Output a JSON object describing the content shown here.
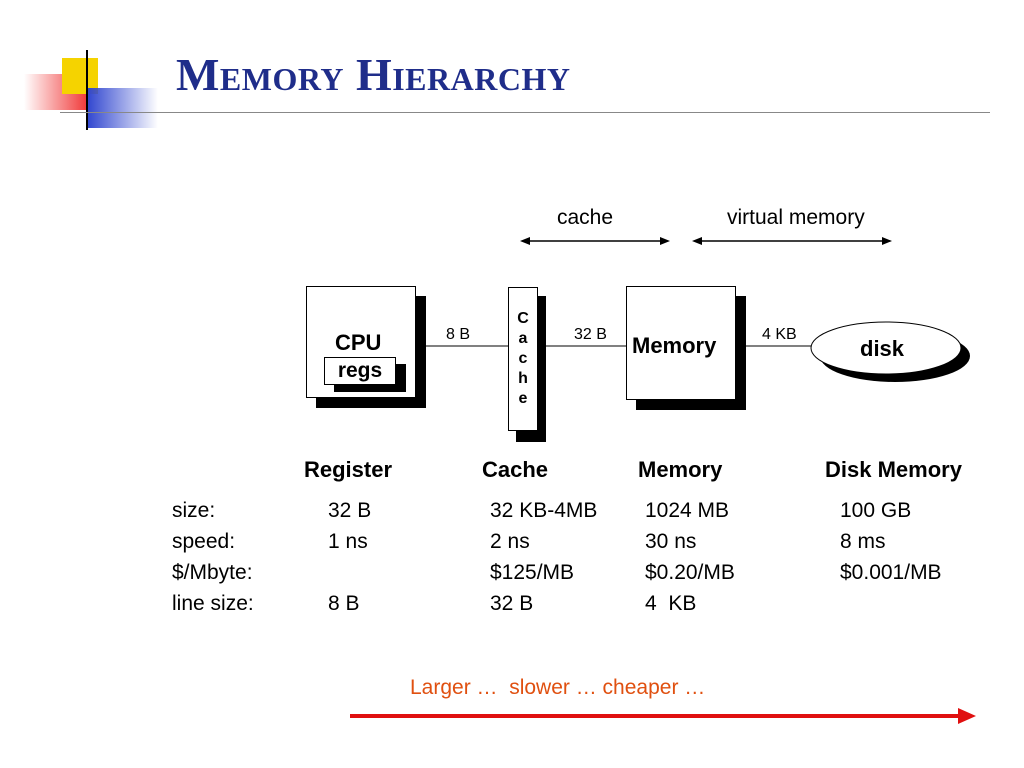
{
  "title": "Memory Hierarchy",
  "colors": {
    "title": "#1f2d8a",
    "accent_red": "#e01010",
    "accent_yellow": "#f5d300",
    "accent_blue": "#3348d0",
    "tagline": "#e05010"
  },
  "ranges": {
    "cache": "cache",
    "virtual_memory": "virtual memory"
  },
  "components": {
    "cpu": "CPU",
    "regs": "regs",
    "cache_letters": [
      "C",
      "a",
      "c",
      "h",
      "e"
    ],
    "memory": "Memory",
    "disk": "disk"
  },
  "links": {
    "cpu_cache": "8 B",
    "cache_memory": "32 B",
    "memory_disk": "4 KB"
  },
  "table": {
    "headers": [
      "Register",
      "Cache",
      "Memory",
      "Disk Memory"
    ],
    "rows": [
      {
        "label": "size:",
        "values": [
          "32 B",
          "32 KB-4MB",
          "1024 MB",
          "100 GB"
        ]
      },
      {
        "label": "speed:",
        "values": [
          "1 ns",
          "2 ns",
          "30 ns",
          "8 ms"
        ]
      },
      {
        "label": "$/Mbyte:",
        "values": [
          "",
          "$125/MB",
          "$0.20/MB",
          "$0.001/MB"
        ]
      },
      {
        "label": "line size:",
        "values": [
          "8 B",
          "32 B",
          "4  KB",
          ""
        ]
      }
    ]
  },
  "tagline": "Larger …  slower … cheaper …"
}
